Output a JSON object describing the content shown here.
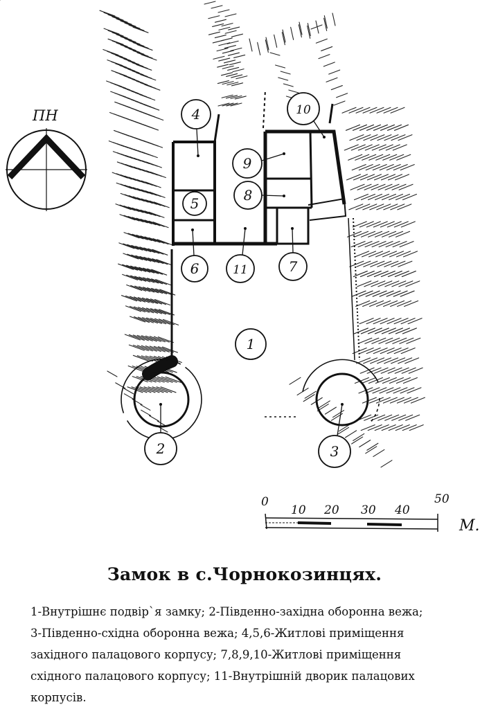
{
  "compass": {
    "label": "ПН"
  },
  "markers": [
    "1",
    "2",
    "3",
    "4",
    "5",
    "6",
    "7",
    "8",
    "9",
    "10",
    "11"
  ],
  "scale": {
    "ticks": [
      "0",
      "10",
      "20",
      "30",
      "40",
      "50"
    ],
    "unit": "М."
  },
  "title": "Замок в с.Чорнокозинцях.",
  "legend": {
    "line1": "1-Внутрішнє подвір`я замку; 2-Південно-західна оборонна вежа;",
    "line2": "3-Південно-східна оборонна вежа; 4,5,6-Житлові приміщення",
    "line3": "західного палацового корпусу; 7,8,9,10-Житлові приміщення",
    "line4": "східного палацового корпусу; 11-Внутрішній дворик палацових",
    "line5": "корпусів."
  },
  "colors": {
    "ink": "#111111",
    "paper": "#ffffff"
  }
}
